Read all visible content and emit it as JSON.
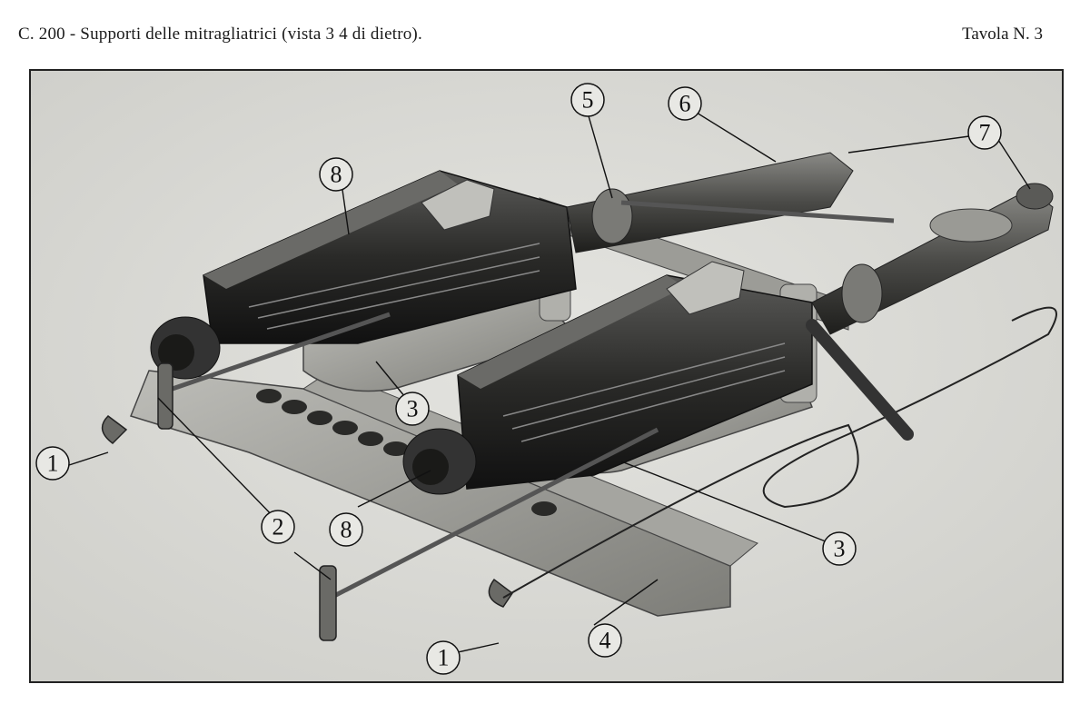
{
  "header": {
    "caption": "C. 200 - Supporti delle mitragliatrici (vista 3 4 di dietro).",
    "plate": "Tavola N. 3"
  },
  "figure": {
    "callouts": [
      "1",
      "2",
      "3",
      "4",
      "5",
      "6",
      "7",
      "8",
      "3",
      "8",
      "1"
    ]
  }
}
